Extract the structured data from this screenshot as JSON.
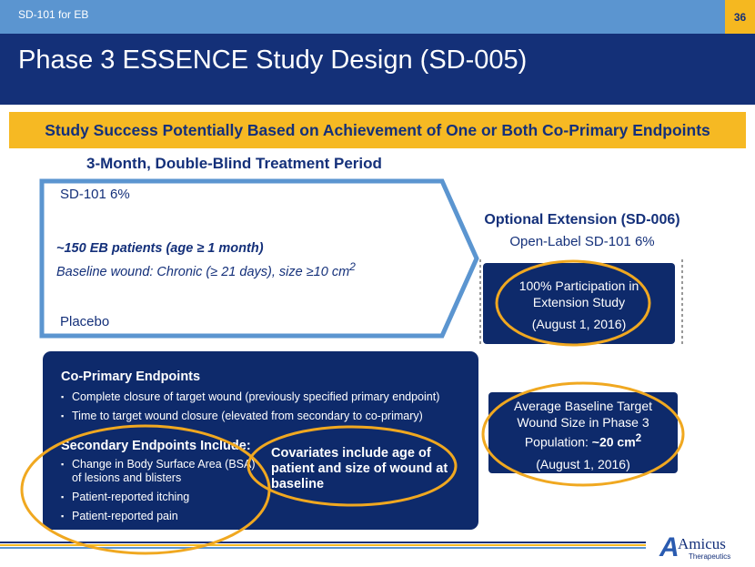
{
  "header": {
    "deck_label": "SD-101 for EB",
    "page_number": "36",
    "title": "Phase 3 ESSENCE Study Design (SD-005)"
  },
  "banner": "Study Success Potentially Based on Achievement of One or Both Co-Primary Endpoints",
  "treatment": {
    "period_title": "3-Month, Double-Blind Treatment Period",
    "arm_active": "SD-101 6%",
    "patients": "~150 EB patients (age ≥ 1 month)",
    "baseline": "Baseline wound: Chronic (≥ 21 days), size ≥10 cm",
    "baseline_sup": "2",
    "arm_placebo": "Placebo"
  },
  "extension": {
    "title": "Optional Extension (SD-006)",
    "subtitle": "Open-Label SD-101 6%",
    "participation": "100% Participation in Extension Study",
    "participation_date": "(August 1, 2016)"
  },
  "wound_size": {
    "text": "Average Baseline Target Wound Size in Phase 3 Population: ",
    "value": "~20 cm",
    "sup": "2",
    "date": "(August 1, 2016)"
  },
  "endpoints": {
    "primary_title": "Co-Primary Endpoints",
    "primary": [
      "Complete closure of target wound (previously specified primary endpoint)",
      "Time to target wound closure (elevated from secondary to co-primary)"
    ],
    "secondary_title": "Secondary Endpoints Include:",
    "secondary": [
      "Change in Body Surface Area (BSA) of lesions and blisters",
      "Patient-reported itching",
      "Patient-reported pain"
    ],
    "covariates": "Covariates include age of patient and size of wound at baseline"
  },
  "logo": {
    "name": "Amicus",
    "sub": "Therapeutics"
  },
  "colors": {
    "navy": "#143078",
    "accent": "#f6b923",
    "light_blue": "#5b95d0"
  }
}
